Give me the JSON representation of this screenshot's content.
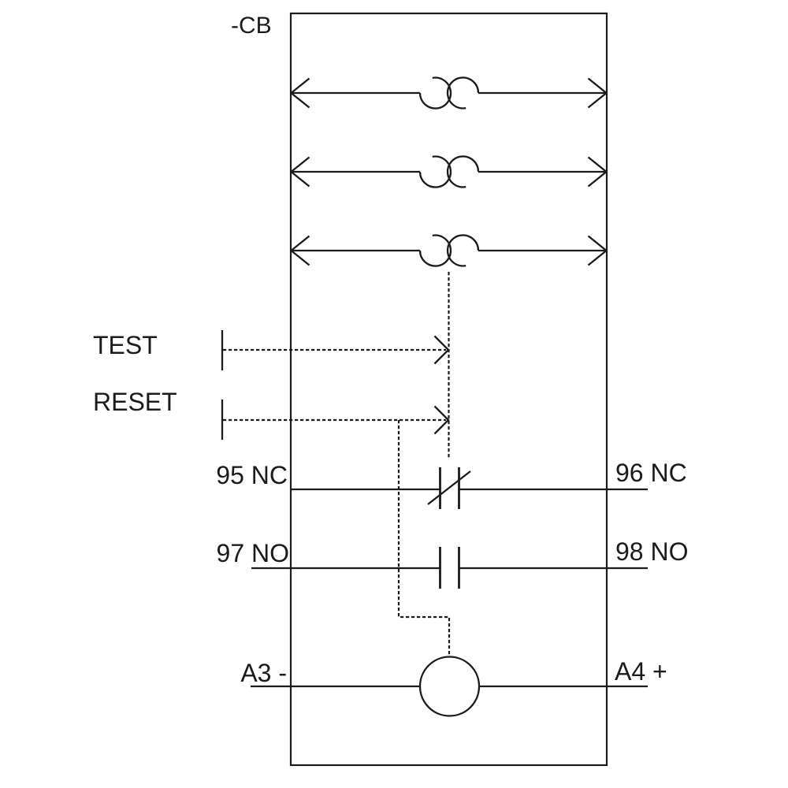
{
  "diagram": {
    "device_label": "-CB",
    "controls": {
      "test_label": "TEST",
      "reset_label": "RESET"
    },
    "terminals": {
      "aux_nc": {
        "left": "95 NC",
        "right": "96 NC"
      },
      "aux_no": {
        "left": "97 NO",
        "right": "98 NO"
      },
      "supply": {
        "left": "A3 -",
        "right": "A4 +"
      }
    },
    "colors": {
      "line": "#1b1b1b",
      "background": "#ffffff"
    }
  }
}
